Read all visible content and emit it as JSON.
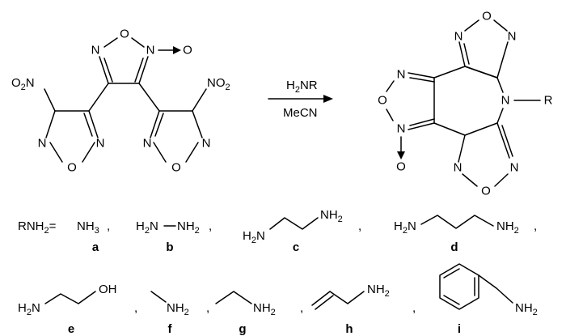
{
  "reaction": {
    "reagent": "H2NR",
    "solvent": "MeCN"
  },
  "atoms": {
    "n": "N",
    "o": "O",
    "no2": "NO2",
    "o2n": "O2N",
    "r": "R",
    "n_oxide_o": "O"
  },
  "legend": {
    "prefix": "RNH2=",
    "amines": [
      {
        "letter": "a",
        "text": "NH3"
      },
      {
        "letter": "b",
        "text": "H2N–NH2"
      },
      {
        "letter": "c",
        "text": "H2N–CH2CH2–NH2"
      },
      {
        "letter": "d",
        "text": "H2N–CH2CH2CH2–NH2"
      },
      {
        "letter": "e",
        "text": "H2N–CH2CH2–OH"
      },
      {
        "letter": "f",
        "text": "CH3–NH2"
      },
      {
        "letter": "g",
        "text": "CH3CH2–NH2"
      },
      {
        "letter": "h",
        "text": "CH2=CHCH2–NH2"
      },
      {
        "letter": "i",
        "text": "C6H5CH2–NH2"
      }
    ]
  }
}
